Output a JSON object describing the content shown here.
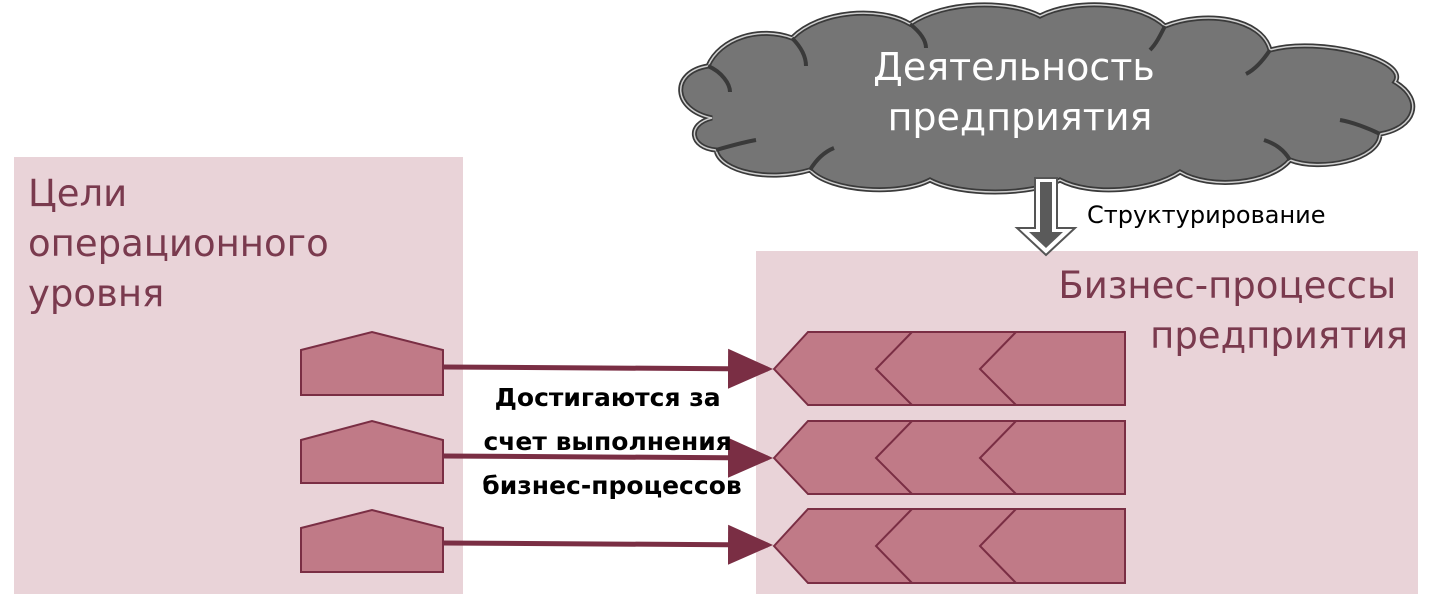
{
  "diagram": {
    "cloud": {
      "lines": [
        "Деятельность",
        "предприятия"
      ]
    },
    "structuring_label": "Структурирование",
    "left_panel": {
      "lines": [
        "Цели",
        "операционного",
        "уровня"
      ]
    },
    "right_panel": {
      "lines": [
        "Бизнес-процессы",
        "предприятия"
      ]
    },
    "connector_note": {
      "lines": [
        "Достигаются за",
        "счет выполнения",
        "бизнес-процессов"
      ]
    },
    "colors": {
      "panel_bg": "#e9d3d8",
      "shape_fill": "#c07a87",
      "shape_stroke": "#7a2e44",
      "arrow": "#7a2e44",
      "heading_text": "#7a3a4e",
      "cloud_fill": "#757575",
      "cloud_stroke": "#3a3a3a"
    },
    "goal_count": 3,
    "process_count": 3
  }
}
